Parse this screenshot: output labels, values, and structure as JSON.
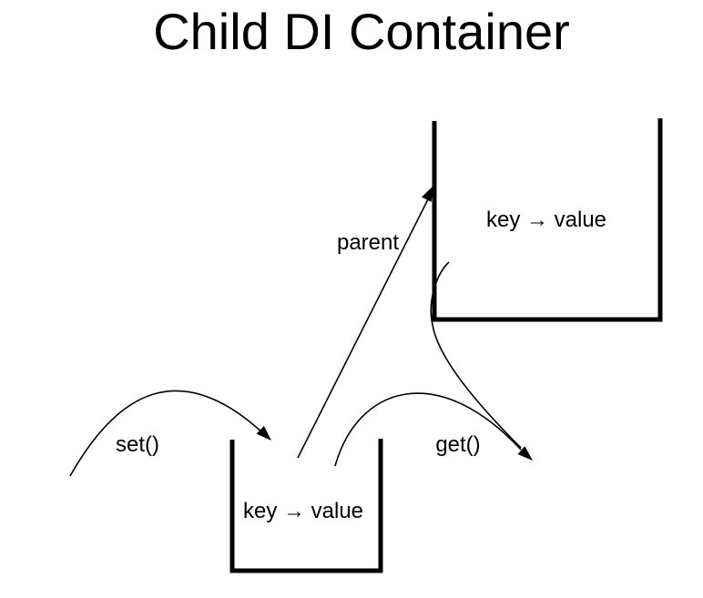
{
  "title": "Child DI Container",
  "colors": {
    "ink": "#000000",
    "background": "#ffffff"
  },
  "containers": {
    "child": {
      "contents": "key → value"
    },
    "parent": {
      "contents": "key → value"
    }
  },
  "labels": {
    "parent_edge": "parent",
    "set_method": "set()",
    "get_method": "get()"
  }
}
